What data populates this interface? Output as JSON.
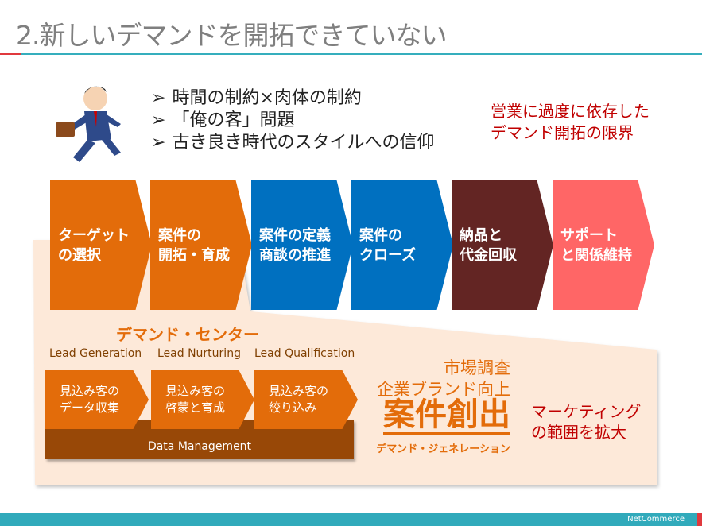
{
  "title": "2.新しいデマンドを開拓できていない",
  "bullets": [
    "時間の制約×肉体の制約",
    "「俺の客」問題",
    "古き良き時代のスタイルへの信仰"
  ],
  "bullet_marker": "➢",
  "limit_note": [
    "営業に過度に依存した",
    "デマンド開拓の限界"
  ],
  "process": [
    {
      "lines": [
        "ターゲット",
        "の選択"
      ],
      "color": "#e36c0a"
    },
    {
      "lines": [
        "案件の",
        "開拓・育成"
      ],
      "color": "#e36c0a"
    },
    {
      "lines": [
        "案件の定義",
        "商談の推進"
      ],
      "color": "#0070c0"
    },
    {
      "lines": [
        "案件の",
        "クローズ"
      ],
      "color": "#0070c0"
    },
    {
      "lines": [
        "納品と",
        "代金回収"
      ],
      "color": "#632523"
    },
    {
      "lines": [
        "サポート",
        "と関係維持"
      ],
      "color": "#ff6666"
    }
  ],
  "demand_center": "デマンド・センター",
  "lead_stages": [
    {
      "label": "Lead Generation",
      "lines": [
        "見込み客の",
        "データ収集"
      ]
    },
    {
      "label": "Lead Nurturing",
      "lines": [
        "見込み客の",
        "啓蒙と育成"
      ]
    },
    {
      "label": "Lead Qualification",
      "lines": [
        "見込み客の",
        "絞り込み"
      ]
    }
  ],
  "data_management": "Data Management",
  "market_research": "市場調査",
  "brand": "企業ブランド向上",
  "creation": "案件創出",
  "demand_generation": "デマンド・ジェネレーション",
  "marketing_note": [
    "マーケティング",
    "の範囲を拡大"
  ],
  "footer_logo": "NetCommerce"
}
